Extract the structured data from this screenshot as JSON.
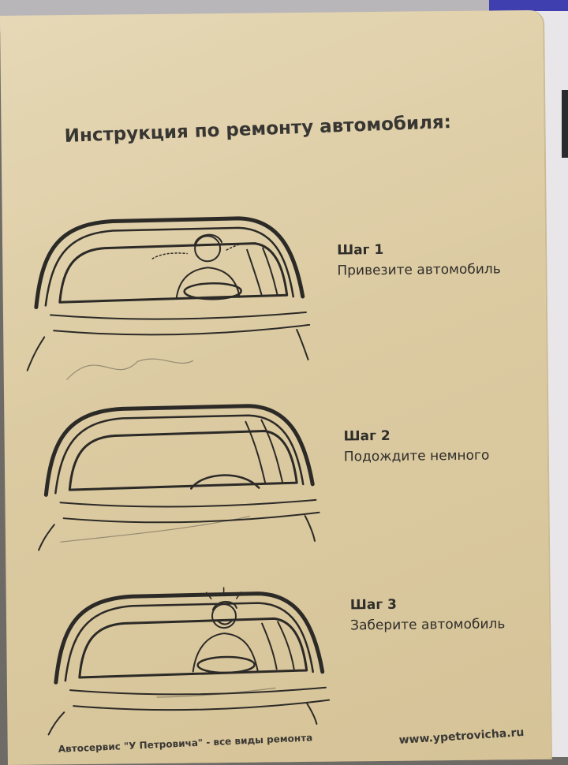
{
  "page_title": "Инструкция по ремонту автомобиля:",
  "steps": [
    {
      "heading": "Шаг 1",
      "text": "Привезите автомобиль"
    },
    {
      "heading": "Шаг 2",
      "text": "Подождите немного"
    },
    {
      "heading": "Шаг 3",
      "text": "Заберите автомобиль"
    }
  ],
  "footer": {
    "left": "Автосервис \"У Петровича\" - все виды ремонта",
    "right": "www.ypetrovicha.ru"
  },
  "colors": {
    "paper": "#dccba2",
    "ink": "#2f2d2a",
    "cover_accent": "#3f3fb0"
  }
}
